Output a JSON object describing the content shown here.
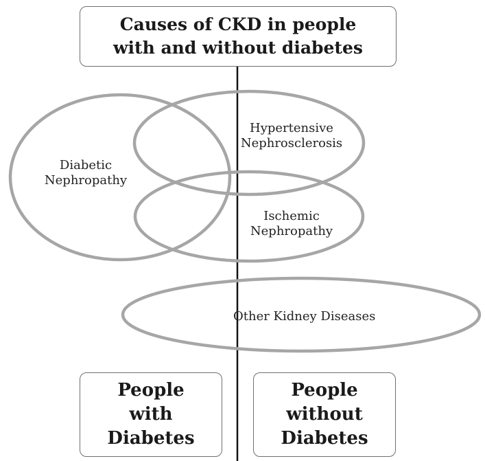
{
  "title": {
    "line1": "Causes of CKD in people",
    "line2": "with and without diabetes"
  },
  "causes": {
    "diabetic_nephropathy": [
      "Diabetic",
      "Nephropathy"
    ],
    "hypertensive_nephrosclerosis": [
      "Hypertensive",
      "Nephrosclerosis"
    ],
    "ischemic_nephropathy": [
      "Ischemic",
      "Nephropathy"
    ],
    "other_kidney_diseases": "Other Kidney Diseases"
  },
  "groups": {
    "with_diabetes": [
      "People",
      "with",
      "Diabetes"
    ],
    "without_diabetes": [
      "People",
      "without",
      "Diabetes"
    ]
  },
  "colors": {
    "ellipse_stroke": "#a6a6a6",
    "divider": "#111111",
    "box_border": "#6f6f6f"
  }
}
